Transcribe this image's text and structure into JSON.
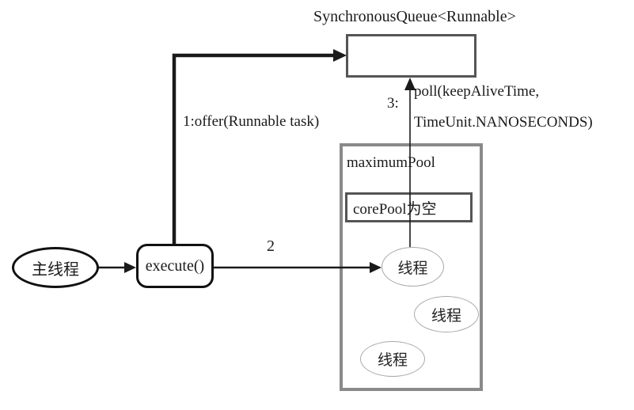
{
  "diagram": {
    "title": "SynchronousQueue<Runnable>",
    "nodes": {
      "main_thread": {
        "label": "主线程"
      },
      "execute": {
        "label": "execute()"
      },
      "maximum_pool": {
        "label": "maximumPool"
      },
      "core_pool": {
        "label": "corePool为空"
      },
      "threads": [
        {
          "label": "线程"
        },
        {
          "label": "线程"
        },
        {
          "label": "线程"
        }
      ]
    },
    "edges": {
      "offer": {
        "label": "1:offer(Runnable task)"
      },
      "step2": {
        "label": "2"
      },
      "poll": {
        "number": "3:",
        "line1": "poll(keepAliveTime,",
        "line2": "TimeUnit.NANOSECONDS)"
      }
    },
    "colors": {
      "line": "#1a1a1a",
      "queue_border": "#555555",
      "pool_border": "#8a8a8a",
      "thread_border": "#a9a9a9",
      "background": "#ffffff"
    }
  }
}
